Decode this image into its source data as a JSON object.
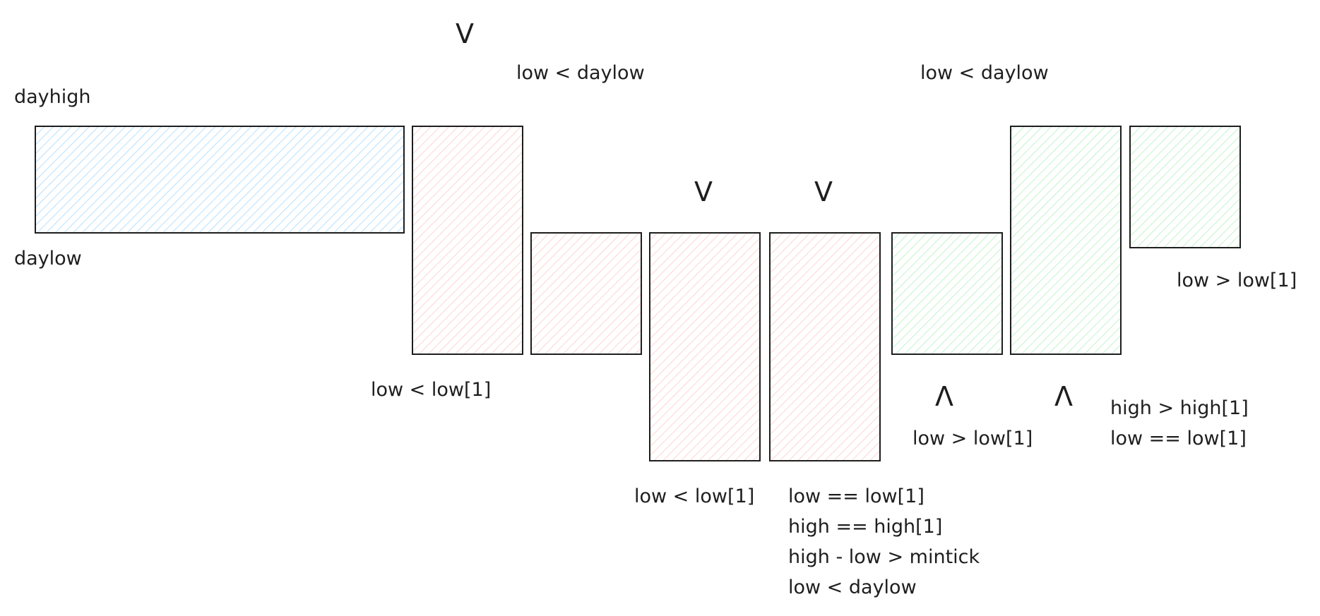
{
  "colors": {
    "outline": "#1e1e1e",
    "day_range": "#a5d8ff",
    "down_bar": "#ffc9c9",
    "up_bar": "#b2f2bb",
    "text": "#1e1e1e"
  },
  "labels": {
    "dayhigh": "dayhigh",
    "daylow": "daylow",
    "bar1_above": "low < daylow",
    "bar1_below": "low < low[1]",
    "bar3_below": "low < low[1]",
    "bar4_lines": [
      "low == low[1]",
      "high == high[1]",
      "high - low > mintick",
      "low < daylow"
    ],
    "bar5_below": "low > low[1]",
    "bar6_above": "low < daylow",
    "bar6_right": [
      "high > high[1]",
      "low == low[1]"
    ],
    "bar7_right": "low > low[1]"
  },
  "symbols": {
    "down": "V",
    "up": "Λ"
  }
}
